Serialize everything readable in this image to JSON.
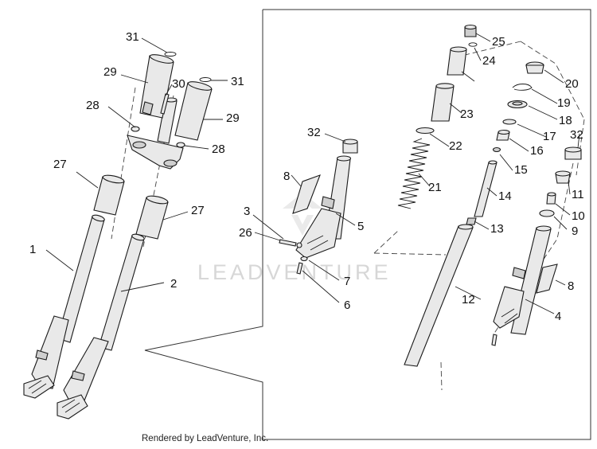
{
  "diagram": {
    "callouts": [
      "1",
      "2",
      "3",
      "4",
      "5",
      "6",
      "7",
      "8",
      "8",
      "9",
      "10",
      "11",
      "12",
      "13",
      "14",
      "15",
      "16",
      "17",
      "18",
      "19",
      "20",
      "21",
      "22",
      "23",
      "24",
      "25",
      "26",
      "27",
      "27",
      "28",
      "28",
      "29",
      "29",
      "30",
      "31",
      "31",
      "32",
      "32"
    ]
  },
  "watermark": {
    "text": "LEADVENTURE"
  },
  "footer": {
    "text": "Rendered by LeadVenture, Inc."
  }
}
